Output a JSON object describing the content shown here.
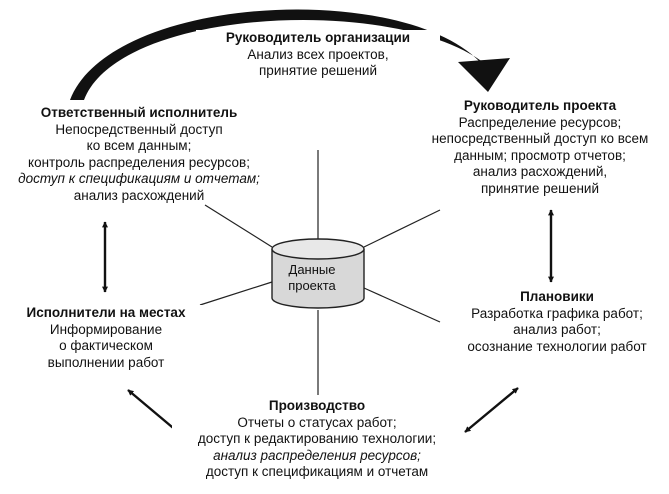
{
  "hub": {
    "lines": [
      "Данные",
      "проекта"
    ]
  },
  "nodes": {
    "org_head": {
      "title": "Руководитель организации",
      "lines": [
        "Анализ всех проектов,",
        "принятие решений"
      ]
    },
    "responsible": {
      "title": "Ответственный исполнитель",
      "lines": [
        "Непосредственный доступ",
        "ко всем данным;",
        "контроль распределения ресурсов;",
        "доступ к спецификациям и отчетам;",
        "анализ расхождений"
      ]
    },
    "project_manager": {
      "title": "Руководитель проекта",
      "lines": [
        "Распределение ресурсов;",
        "непосредственный доступ ко всем",
        "данным; просмотр отчетов;",
        "анализ расхождений,",
        "принятие решений"
      ]
    },
    "field_executors": {
      "title": "Исполнители на местах",
      "lines": [
        "Информирование",
        "о фактическом",
        "выполнении работ"
      ]
    },
    "planners": {
      "title": "Плановики",
      "lines": [
        "Разработка графика работ;",
        "анализ работ;",
        "осознание технологии работ"
      ]
    },
    "production": {
      "title": "Производство",
      "lines": [
        "Отчеты о статусах работ;",
        "доступ к редактированию технологии;",
        "анализ распределения ресурсов;",
        "доступ к спецификациям и отчетам"
      ]
    }
  }
}
